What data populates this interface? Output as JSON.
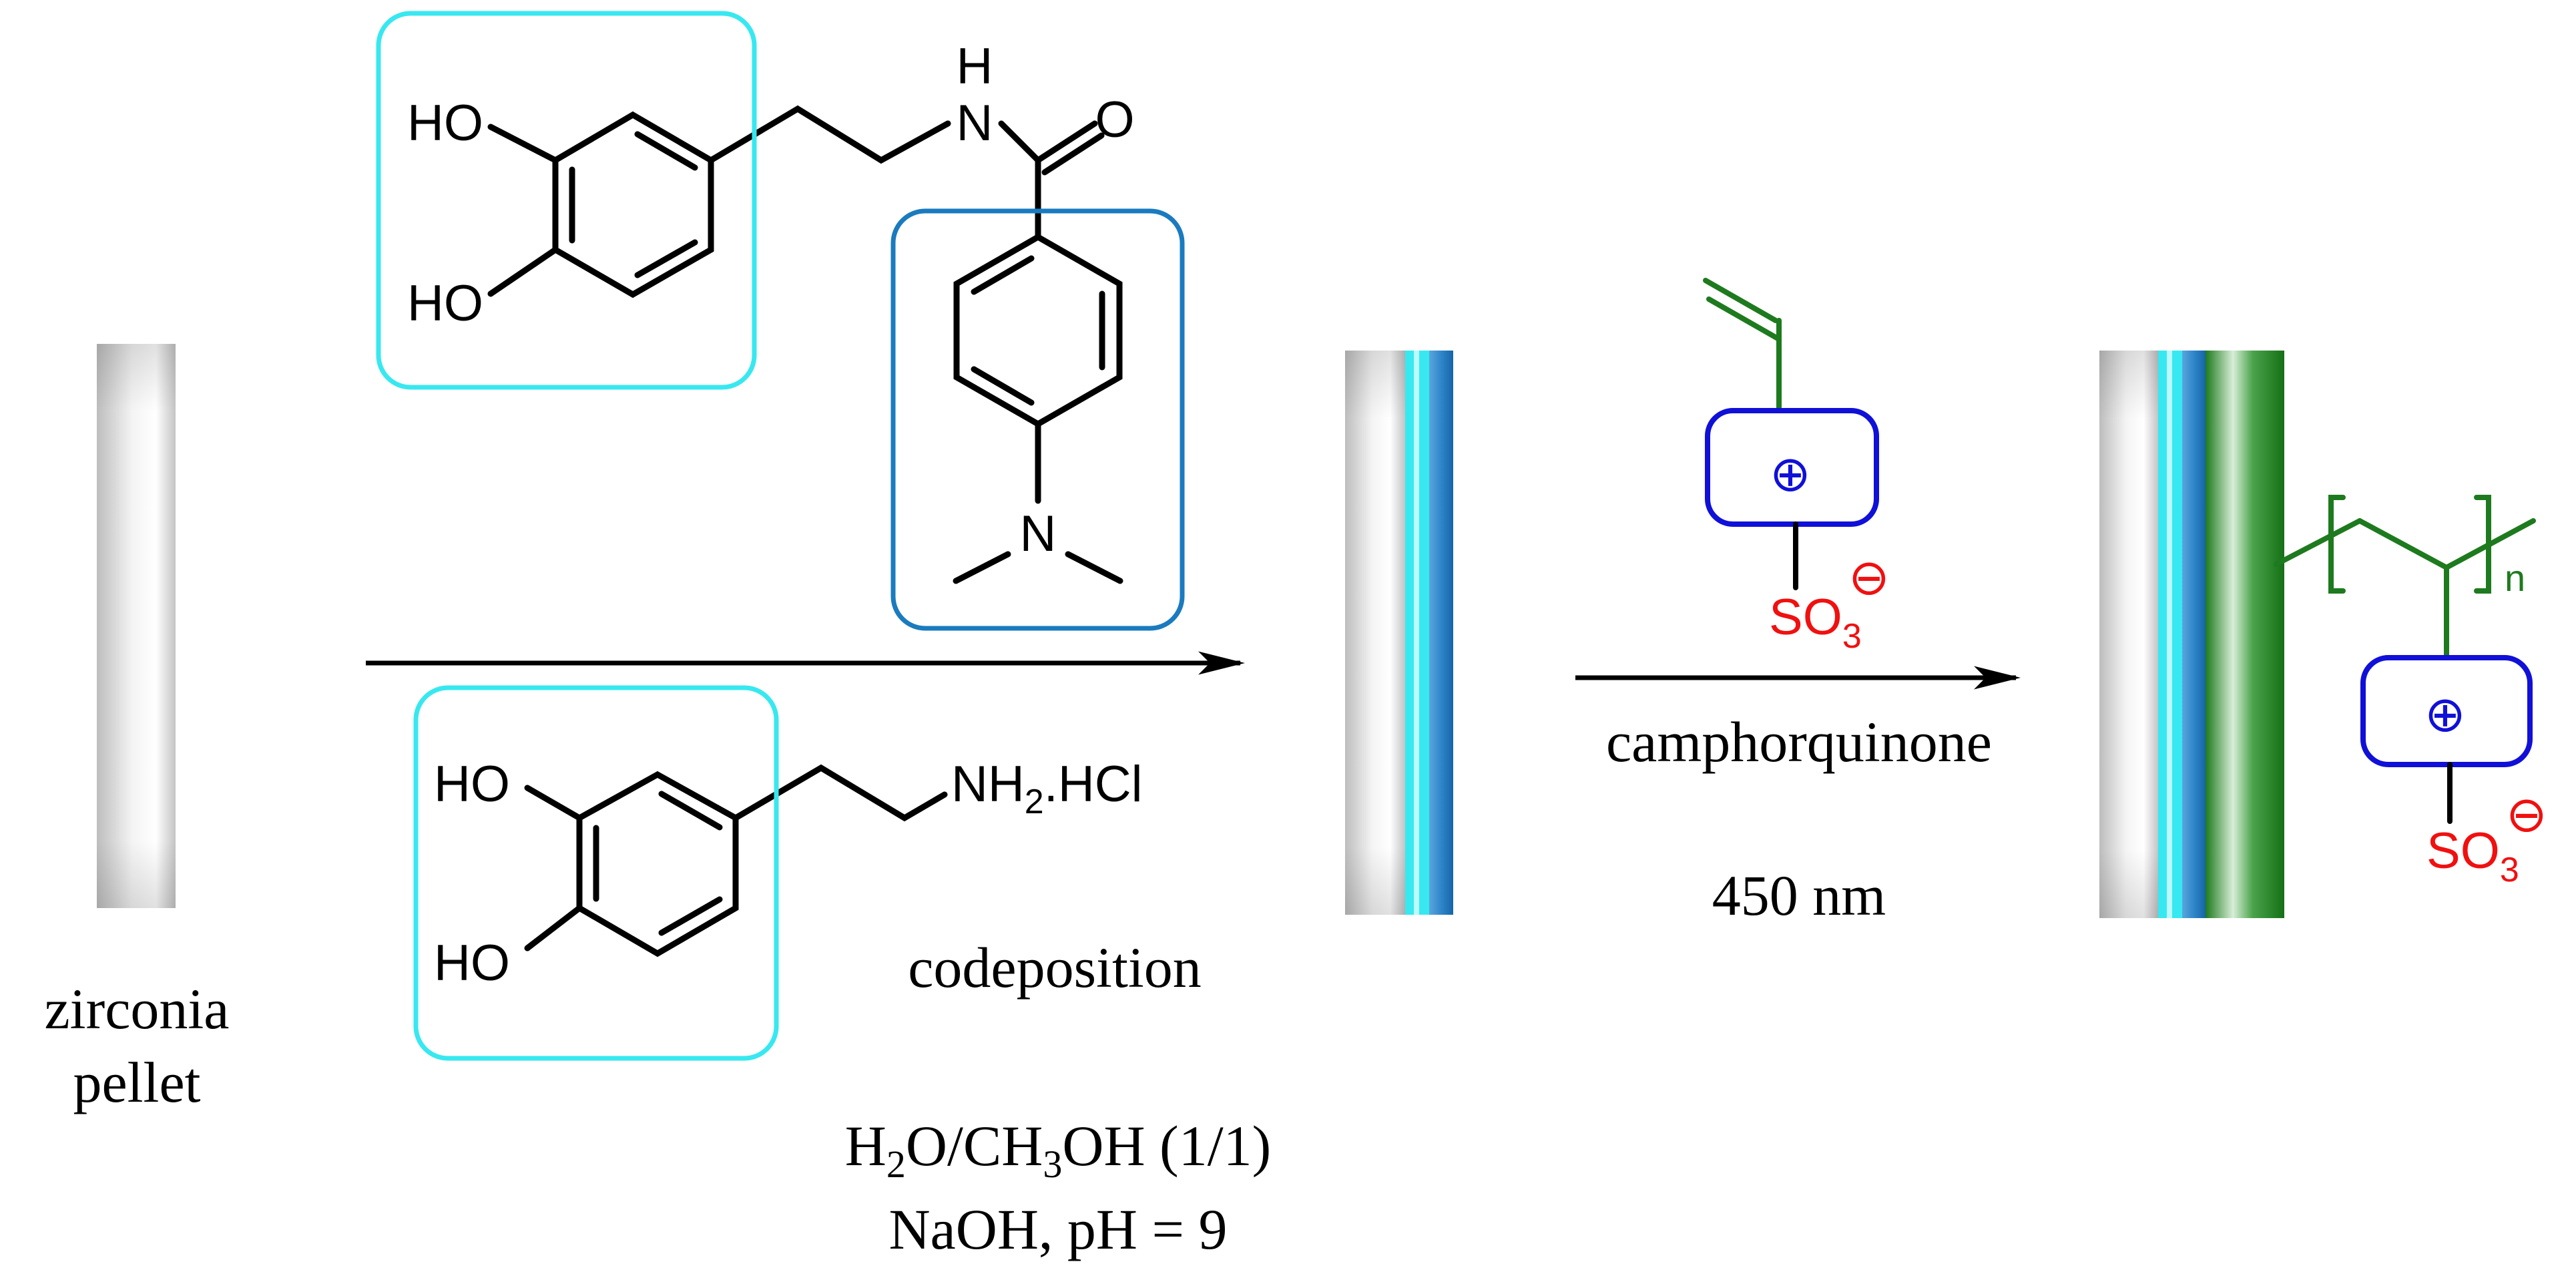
{
  "zirconia": {
    "line1": "zirconia",
    "line2": "pellet"
  },
  "molecule_top": {
    "ho_top": "HO",
    "ho_bottom": "HO",
    "amide_nh": "N",
    "amide_h": "H",
    "carbonyl_o": "O",
    "amine_n": "N"
  },
  "molecule_bottom": {
    "ho_top": "HO",
    "ho_bottom": "HO",
    "amine_prefix": "NH",
    "amine_sub": "2",
    "amine_suffix": ".HCl"
  },
  "step1": {
    "label": "codeposition",
    "solvent_h": "H",
    "solvent_h_sub": "2",
    "solvent_mid": "O/CH",
    "solvent_ch_sub": "3",
    "solvent_end": "OH (1/1)",
    "conditions": "NaOH, pH = 9"
  },
  "monomer": {
    "plus": "⊕",
    "sulfonate": "SO",
    "sulfonate_sub": "3",
    "minus": "⊖"
  },
  "step2": {
    "reagent": "camphorquinone",
    "wavelength": "450 nm"
  },
  "polymer": {
    "repeat_n": "n",
    "plus": "⊕",
    "sulfonate": "SO",
    "sulfonate_sub": "3",
    "minus": "⊖"
  },
  "colors": {
    "catechol_box": "#38E8F0",
    "amine_box": "#1A7BBF",
    "polymer_green": "#1E7A1E",
    "cation_blue": "#1010D8",
    "anion_red": "#F01010"
  }
}
